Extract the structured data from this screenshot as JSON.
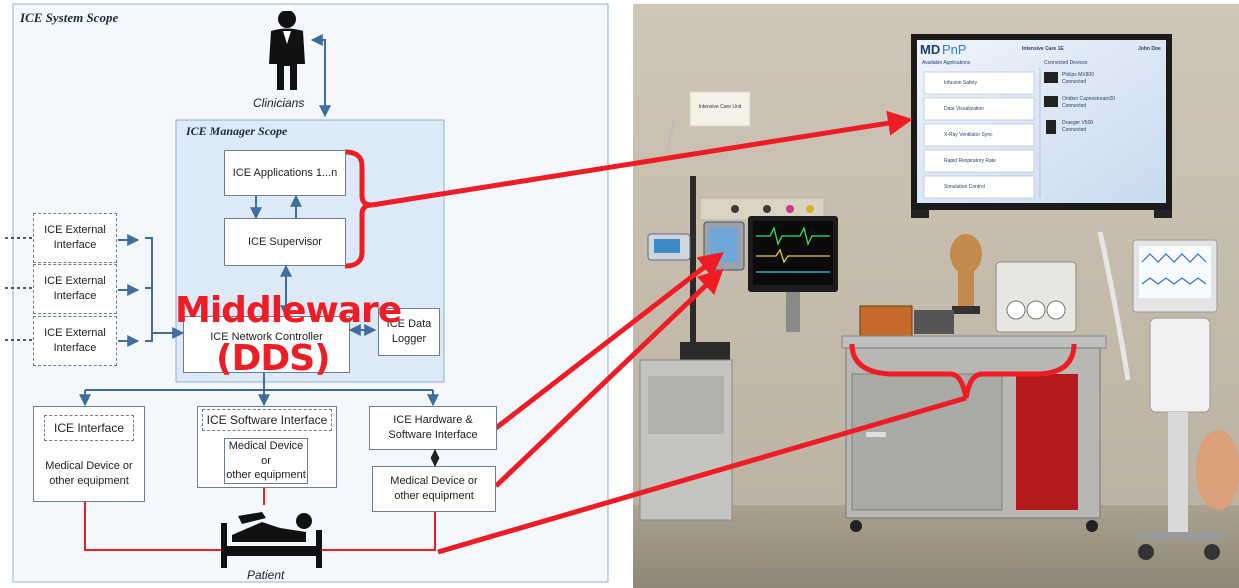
{
  "diagram": {
    "system_scope_title": "ICE System Scope",
    "manager_scope_title": "ICE Manager Scope",
    "clinicians_label": "Clinicians",
    "patient_label": "Patient",
    "applications": "ICE Applications 1...n",
    "supervisor": "ICE Supervisor",
    "network_controller": "ICE Network Controller",
    "data_logger_line1": "ICE Data",
    "data_logger_line2": "Logger",
    "middleware_line1": "Middleware",
    "middleware_line2": "(DDS)",
    "external_interfaces": [
      {
        "line1": "ICE External",
        "line2": "Interface"
      },
      {
        "line1": "ICE External",
        "line2": "Interface"
      },
      {
        "line1": "ICE External",
        "line2": "Interface"
      }
    ],
    "ice_interface": "ICE Interface",
    "device1_line1": "Medical Device or",
    "device1_line2": "other equipment",
    "software_interface": "ICE Software Interface",
    "device2_line1": "Medical Device or",
    "device2_line2": "other equipment",
    "hw_sw_line1": "ICE Hardware &",
    "hw_sw_line2": "Software Interface",
    "device3_line1": "Medical Device or",
    "device3_line2": "other equipment",
    "colors": {
      "diagram_line": "#3f6d9e",
      "red_annotation": "#ee1c24",
      "scope_fill": "#f4f8fc",
      "manager_fill": "#dce9f6"
    }
  },
  "photo": {
    "wall_sign": "Intensive Care Unit",
    "screen": {
      "logo_md": "MD",
      "logo_pnp": "PnP",
      "unit": "Intensive Care 1E",
      "user": "John Doe",
      "apps_header": "Available Applications",
      "devices_header": "Connected Devices",
      "apps": [
        "Infusion Safety",
        "Data Visualization",
        "X-Ray Ventilator Sync",
        "Rapid Respiratory Rate",
        "Simulation Control"
      ],
      "devices": [
        {
          "name": "Philips MX800",
          "status": "Connected"
        },
        {
          "name": "Oridion Capnostream20",
          "status": "Connected"
        },
        {
          "name": "Draeger V500",
          "status": "Connected"
        }
      ]
    }
  }
}
